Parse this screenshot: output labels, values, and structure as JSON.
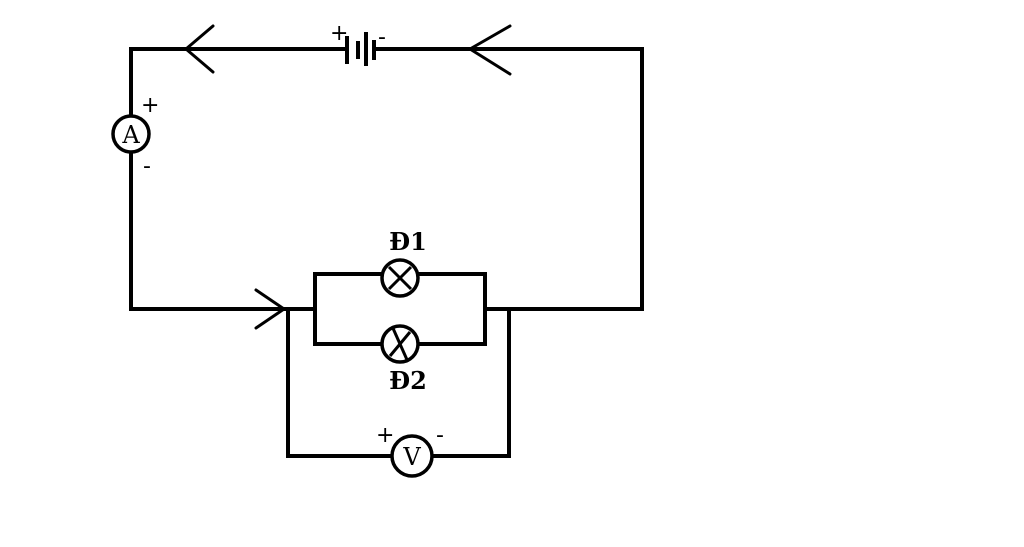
{
  "ammeter": {
    "symbol": "A",
    "plus": "+",
    "minus": "-"
  },
  "voltmeter": {
    "symbol": "V",
    "plus": "+",
    "minus": "-"
  },
  "battery": {
    "plus": "+",
    "minus": "-"
  },
  "lamps": [
    {
      "label": "Đ1"
    },
    {
      "label": "Đ2"
    }
  ]
}
